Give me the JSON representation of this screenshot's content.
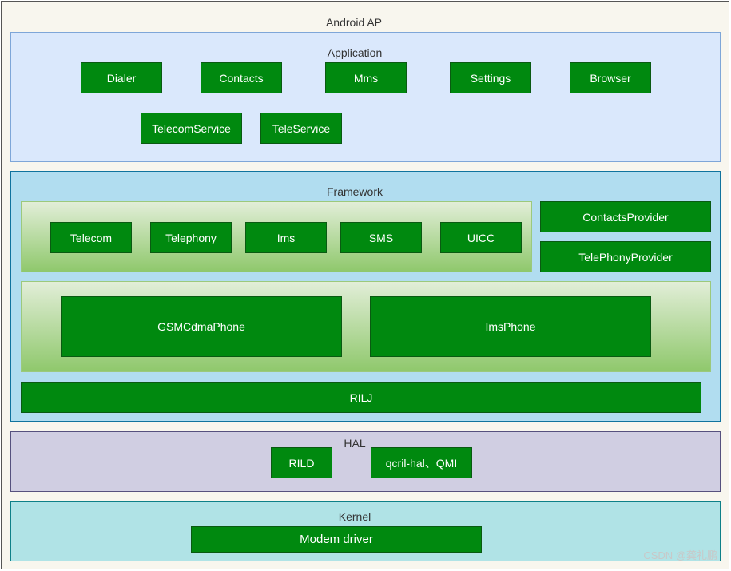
{
  "title": "Android AP",
  "application": {
    "title": "Application",
    "items": [
      "Dialer",
      "Contacts",
      "Mms",
      "Settings",
      "Browser",
      "TelecomService",
      "TeleService"
    ]
  },
  "framework": {
    "title": "Framework",
    "modules": [
      "Telecom",
      "Telephony",
      "Ims",
      "SMS",
      "UICC"
    ],
    "providers": [
      "ContactsProvider",
      "TelePhonyProvider"
    ],
    "phones": [
      "GSMCdmaPhone",
      "ImsPhone"
    ],
    "rilj": "RILJ"
  },
  "hal": {
    "title": "HAL",
    "items": [
      "RILD",
      "qcril-hal、QMI"
    ]
  },
  "kernel": {
    "title": "Kernel",
    "items": [
      "Modem driver"
    ]
  },
  "watermark": "CSDN @龚礼鹏",
  "colors": {
    "page_bg": "#f8f6ee",
    "application_bg": "#dae8fc",
    "framework_bg": "#b1ddf0",
    "hal_bg": "#d0cee2",
    "kernel_bg": "#b0e3e6",
    "box_green": "#00890f",
    "group_gradient_top": "#e2eed8",
    "group_gradient_bottom": "#8fc86c"
  }
}
